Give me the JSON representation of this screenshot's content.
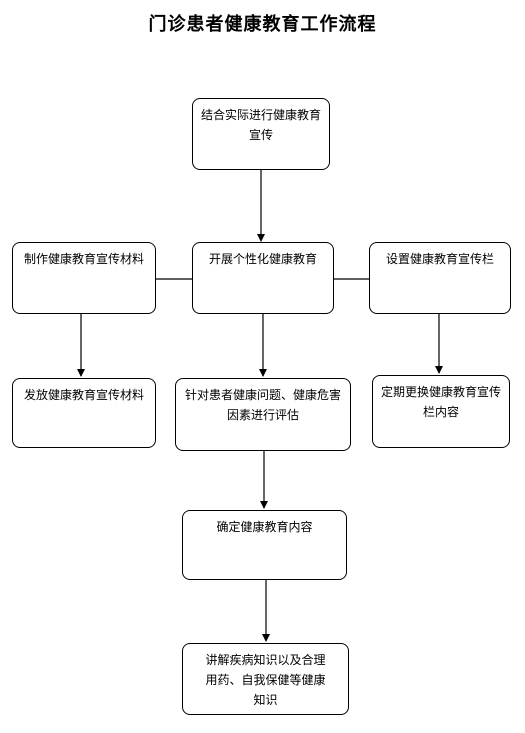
{
  "title": "门诊患者健康教育工作流程",
  "nodes": {
    "combine": "结合实际进行健康教育宣传",
    "personalized": "开展个性化健康教育",
    "make_materials": "制作健康教育宣传材料",
    "set_board": "设置健康教育宣传栏",
    "distribute": "发放健康教育宣传材料",
    "assess": "针对患者健康问题、健康危害因素进行评估",
    "update_board": "定期更换健康教育宣传栏内容",
    "determine": "确定健康教育内容",
    "explain": "讲解疾病知识以及合理用药、自我保健等健康知识"
  }
}
